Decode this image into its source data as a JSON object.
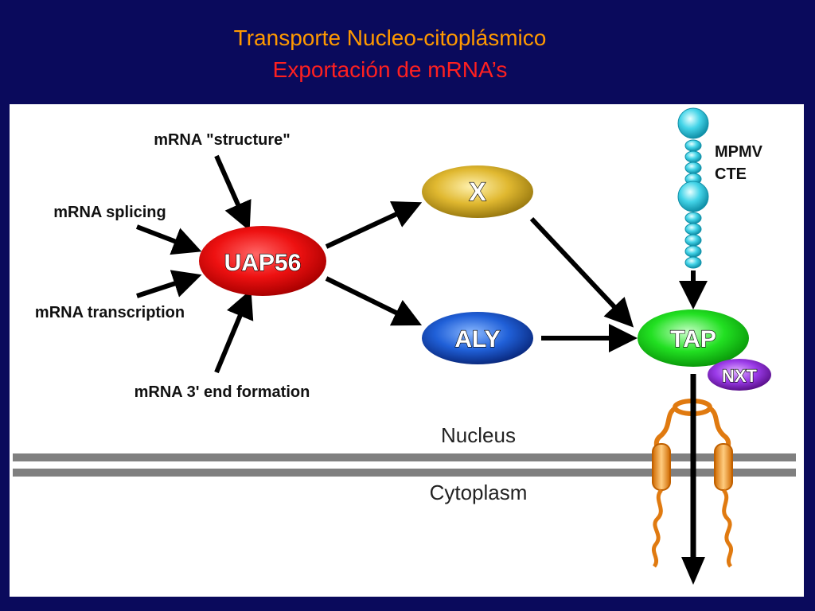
{
  "title": {
    "line1": "Transporte Nucleo-citoplásmico",
    "line2": "Exportación de mRNA’s"
  },
  "diagram": {
    "inputs": {
      "structure": "mRNA \"structure\"",
      "splicing": "mRNA splicing",
      "transcription": "mRNA transcription",
      "end_formation": "mRNA 3' end formation"
    },
    "nodes": {
      "uap56": "UAP56",
      "x": "X",
      "aly": "ALY",
      "tap": "TAP",
      "nxt": "NXT"
    },
    "cte_label_line1": "MPMV",
    "cte_label_line2": "CTE",
    "regions": {
      "nucleus": "Nucleus",
      "cytoplasm": "Cytoplasm"
    },
    "colors": {
      "uap56": "#ee1111",
      "x": "#d4a820",
      "aly": "#1a55c8",
      "tap": "#22dd22",
      "nxt": "#8a2be2",
      "cte": "#33ccdd",
      "membrane": "#808080",
      "pore": "#e07a10"
    }
  }
}
